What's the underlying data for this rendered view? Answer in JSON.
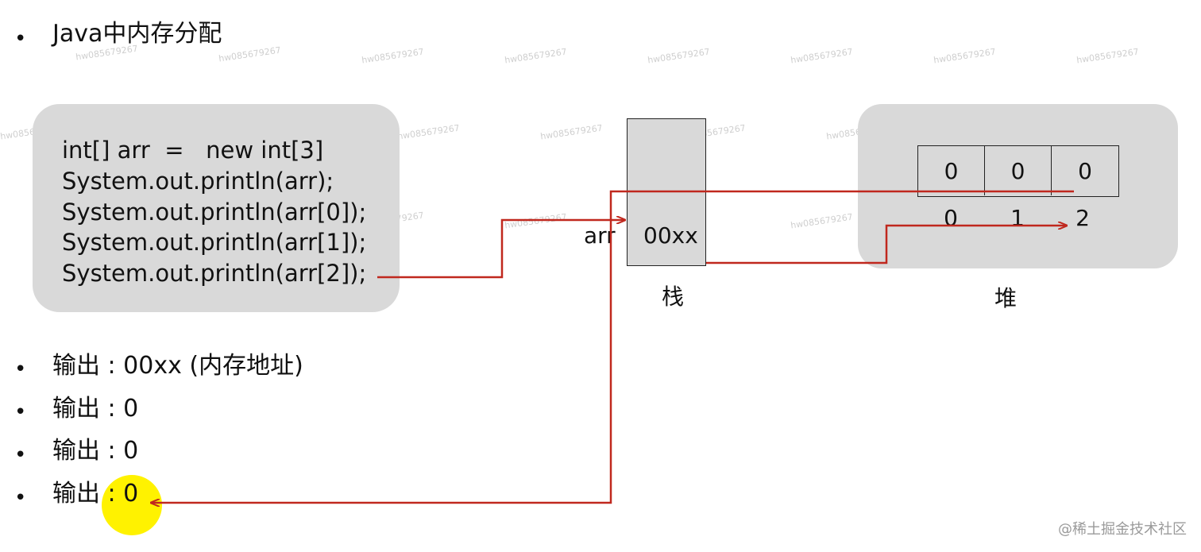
{
  "title": "Java中内存分配",
  "bullet_glyph": "•",
  "code_lines": [
    "int[] arr  =   new int[3]",
    "System.out.println(arr);",
    "System.out.println(arr[0]);",
    "System.out.println(arr[1]);",
    "System.out.println(arr[2]);"
  ],
  "stack": {
    "var_name": "arr",
    "value": "00xx",
    "label": "栈"
  },
  "heap": {
    "cells": [
      "0",
      "0",
      "0"
    ],
    "indices": [
      "0",
      "1",
      "2"
    ],
    "label": "堆"
  },
  "outputs": [
    {
      "prefix": "输出",
      "value": " : 00xx (内存地址)"
    },
    {
      "prefix": "输出",
      "value": " : 0"
    },
    {
      "prefix": "输出",
      "value": " : 0"
    },
    {
      "prefix": "输出",
      "value": " : 0"
    }
  ],
  "watermark_text": "hw085679267",
  "credit": "@稀土掘金技术社区",
  "colors": {
    "arrow": "#c0281e",
    "panel": "#d9d9d9",
    "highlight": "#fff200"
  }
}
